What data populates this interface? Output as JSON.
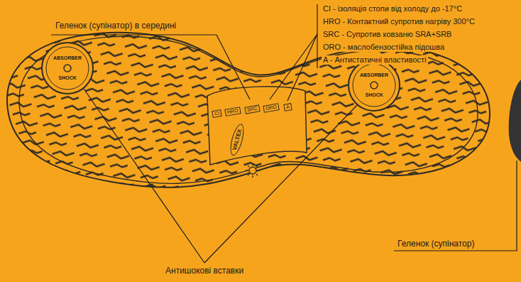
{
  "diagram": {
    "labels": [
      "Геленок (супінатор) в середині",
      "CI - ізоляція стопи від холоду до -17°C",
      "HRO - Контактний супротив нагріву 300°C",
      "SRC - Супротив ковзаню SRA+SRB",
      "ORO - маслобензостійка підошва",
      "A - Антистатичні властивості",
      "ABSORBER",
      "SHOCK",
      "CI",
      "HRO",
      "SRC",
      "ORO",
      "A",
      "VALTEX",
      "ABSORBER",
      "SHOCK",
      "Антишокові вставки",
      "Геленок (супінатор)"
    ]
  }
}
